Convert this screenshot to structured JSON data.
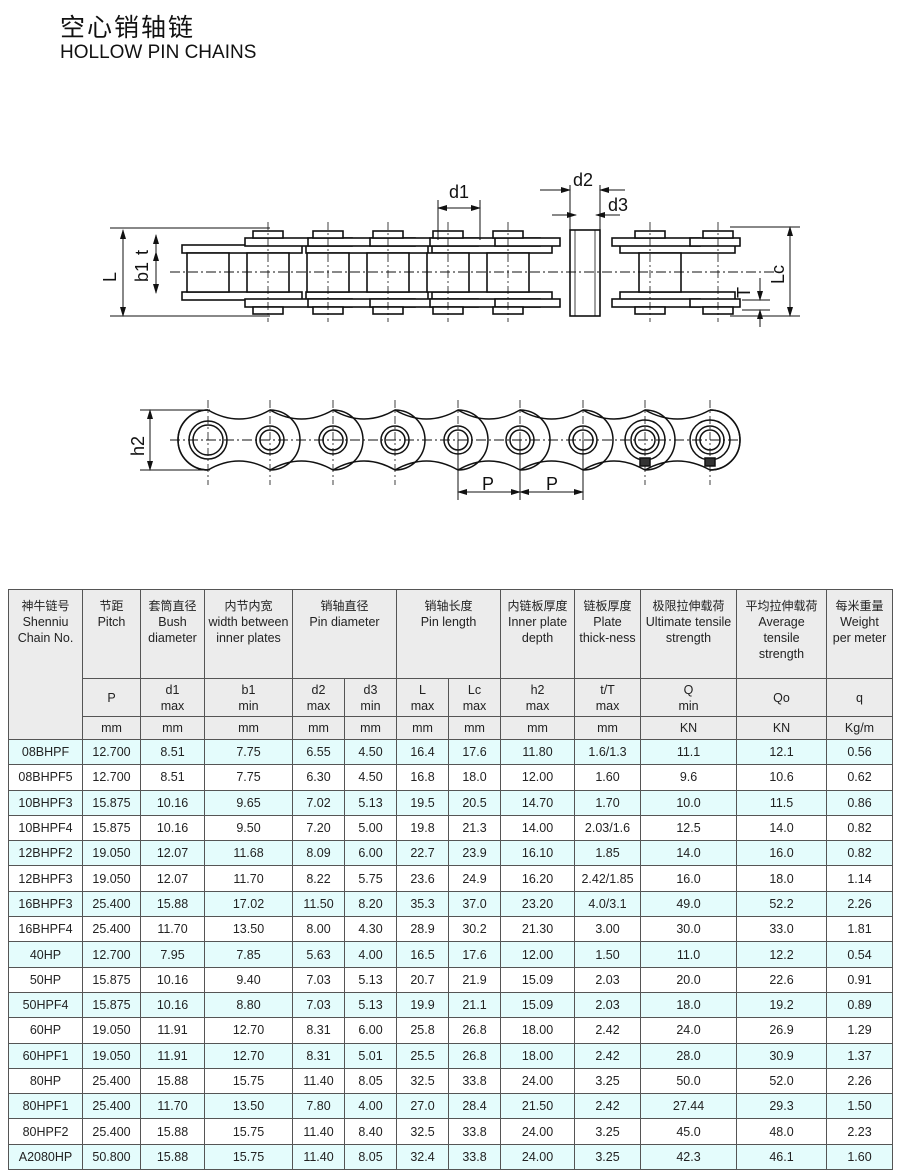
{
  "title_cn": "空心销轴链",
  "title_en": "HOLLOW PIN CHAINS",
  "diagram_labels": {
    "d1": "d1",
    "d2": "d2",
    "d3": "d3",
    "L": "L",
    "b1": "b1",
    "t": "t",
    "T": "T",
    "Lc": "Lc",
    "h2": "h2",
    "P1": "P",
    "P2": "P"
  },
  "header": {
    "chain_no": {
      "cn": "神牛链号",
      "en1": "Shenniu",
      "en2": "Chain No."
    },
    "groups": [
      {
        "cn": "节距",
        "en": "Pitch"
      },
      {
        "cn": "套筒直径",
        "en": "Bush diameter"
      },
      {
        "cn": "内节内宽",
        "en": "width between inner plates"
      },
      {
        "cn": "销轴直径",
        "en": "Pin diameter"
      },
      {
        "cn": "销轴长度",
        "en": "Pin length"
      },
      {
        "cn": "内链板厚度",
        "en": "Inner plate depth"
      },
      {
        "cn": "链板厚度",
        "en": "Plate thick-ness"
      },
      {
        "cn": "极限拉伸载荷",
        "en": "Ultimate tensile strength"
      },
      {
        "cn": "平均拉伸载荷",
        "en": "Average tensile strength"
      },
      {
        "cn": "每米重量",
        "en": "Weight per meter"
      }
    ],
    "symbols": [
      {
        "s": "P",
        "q": ""
      },
      {
        "s": "d1",
        "q": "max"
      },
      {
        "s": "b1",
        "q": "min"
      },
      {
        "s": "d2",
        "q": "max"
      },
      {
        "s": "d3",
        "q": "min"
      },
      {
        "s": "L",
        "q": "max"
      },
      {
        "s": "Lc",
        "q": "max"
      },
      {
        "s": "h2",
        "q": "max"
      },
      {
        "s": "t/T",
        "q": "max"
      },
      {
        "s": "Q",
        "q": "min"
      },
      {
        "s": "Qo",
        "q": ""
      },
      {
        "s": "q",
        "q": ""
      }
    ],
    "units": [
      "mm",
      "mm",
      "mm",
      "mm",
      "mm",
      "mm",
      "mm",
      "mm",
      "mm",
      "KN",
      "KN",
      "Kg/m"
    ]
  },
  "rows": [
    [
      "08BHPF",
      "12.700",
      "8.51",
      "7.75",
      "6.55",
      "4.50",
      "16.4",
      "17.6",
      "11.80",
      "1.6/1.3",
      "11.1",
      "12.1",
      "0.56"
    ],
    [
      "08BHPF5",
      "12.700",
      "8.51",
      "7.75",
      "6.30",
      "4.50",
      "16.8",
      "18.0",
      "12.00",
      "1.60",
      "9.6",
      "10.6",
      "0.62"
    ],
    [
      "10BHPF3",
      "15.875",
      "10.16",
      "9.65",
      "7.02",
      "5.13",
      "19.5",
      "20.5",
      "14.70",
      "1.70",
      "10.0",
      "11.5",
      "0.86"
    ],
    [
      "10BHPF4",
      "15.875",
      "10.16",
      "9.50",
      "7.20",
      "5.00",
      "19.8",
      "21.3",
      "14.00",
      "2.03/1.6",
      "12.5",
      "14.0",
      "0.82"
    ],
    [
      "12BHPF2",
      "19.050",
      "12.07",
      "11.68",
      "8.09",
      "6.00",
      "22.7",
      "23.9",
      "16.10",
      "1.85",
      "14.0",
      "16.0",
      "0.82"
    ],
    [
      "12BHPF3",
      "19.050",
      "12.07",
      "11.70",
      "8.22",
      "5.75",
      "23.6",
      "24.9",
      "16.20",
      "2.42/1.85",
      "16.0",
      "18.0",
      "1.14"
    ],
    [
      "16BHPF3",
      "25.400",
      "15.88",
      "17.02",
      "11.50",
      "8.20",
      "35.3",
      "37.0",
      "23.20",
      "4.0/3.1",
      "49.0",
      "52.2",
      "2.26"
    ],
    [
      "16BHPF4",
      "25.400",
      "11.70",
      "13.50",
      "8.00",
      "4.30",
      "28.9",
      "30.2",
      "21.30",
      "3.00",
      "30.0",
      "33.0",
      "1.81"
    ],
    [
      "40HP",
      "12.700",
      "7.95",
      "7.85",
      "5.63",
      "4.00",
      "16.5",
      "17.6",
      "12.00",
      "1.50",
      "11.0",
      "12.2",
      "0.54"
    ],
    [
      "50HP",
      "15.875",
      "10.16",
      "9.40",
      "7.03",
      "5.13",
      "20.7",
      "21.9",
      "15.09",
      "2.03",
      "20.0",
      "22.6",
      "0.91"
    ],
    [
      "50HPF4",
      "15.875",
      "10.16",
      "8.80",
      "7.03",
      "5.13",
      "19.9",
      "21.1",
      "15.09",
      "2.03",
      "18.0",
      "19.2",
      "0.89"
    ],
    [
      "60HP",
      "19.050",
      "11.91",
      "12.70",
      "8.31",
      "6.00",
      "25.8",
      "26.8",
      "18.00",
      "2.42",
      "24.0",
      "26.9",
      "1.29"
    ],
    [
      "60HPF1",
      "19.050",
      "11.91",
      "12.70",
      "8.31",
      "5.01",
      "25.5",
      "26.8",
      "18.00",
      "2.42",
      "28.0",
      "30.9",
      "1.37"
    ],
    [
      "80HP",
      "25.400",
      "15.88",
      "15.75",
      "11.40",
      "8.05",
      "32.5",
      "33.8",
      "24.00",
      "3.25",
      "50.0",
      "52.0",
      "2.26"
    ],
    [
      "80HPF1",
      "25.400",
      "11.70",
      "13.50",
      "7.80",
      "4.00",
      "27.0",
      "28.4",
      "21.50",
      "2.42",
      "27.44",
      "29.3",
      "1.50"
    ],
    [
      "80HPF2",
      "25.400",
      "15.88",
      "15.75",
      "11.40",
      "8.40",
      "32.5",
      "33.8",
      "24.00",
      "3.25",
      "45.0",
      "48.0",
      "2.23"
    ],
    [
      "A2080HP",
      "50.800",
      "15.88",
      "15.75",
      "11.40",
      "8.05",
      "32.4",
      "33.8",
      "24.00",
      "3.25",
      "42.3",
      "46.1",
      "1.60"
    ]
  ]
}
